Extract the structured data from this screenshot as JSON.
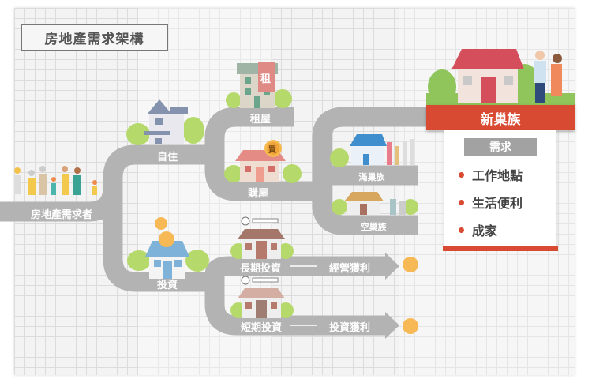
{
  "title": "房地產需求架構",
  "nodes": {
    "root": "房地產需求者",
    "self_use": "自住",
    "rent": "租屋",
    "buy": "購屋",
    "invest": "投資",
    "long_term": "長期投資",
    "short_term": "短期投資",
    "operating_profit": "經營獲利",
    "investment_profit": "投資獲利",
    "full_nest": "滿巢族",
    "empty_nest": "空巢族"
  },
  "badges": {
    "rent_sign": "租",
    "buy_sign": "買"
  },
  "card": {
    "title": "新巢族",
    "subtitle": "需求",
    "items": [
      "工作地點",
      "生活便利",
      "成家"
    ]
  },
  "colors": {
    "accent": "#d94a32",
    "road": "#b3b3b3",
    "coin": "#f7b955"
  }
}
